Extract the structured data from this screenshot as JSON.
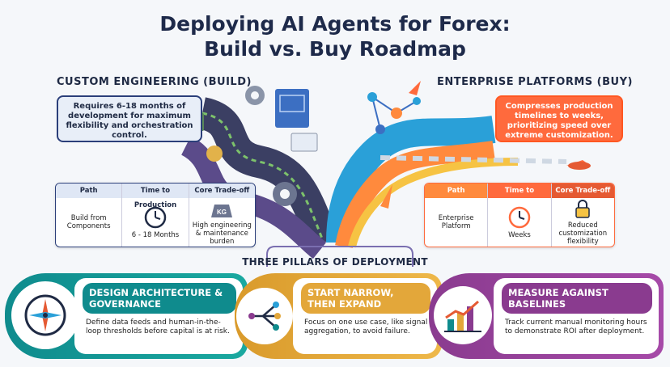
{
  "title_line1": "Deploying AI Agents for Forex:",
  "title_line2": "Build vs. Buy Roadmap",
  "build": {
    "heading": "CUSTOM ENGINEERING (BUILD)",
    "callout": "Requires 6-18 months of development for maximum flexibility and orchestration control.",
    "table": {
      "headers": [
        "Path",
        "Time to Production",
        "Core Trade-off"
      ],
      "cells": [
        "Build from Components",
        "6 - 18 Months",
        "High engineering & maintenance burden"
      ],
      "kg_label": "KG"
    }
  },
  "buy": {
    "heading": "ENTERPRISE PLATFORMS (BUY)",
    "callout": "Compresses production timelines to weeks, prioritizing speed over extreme customization.",
    "table": {
      "headers": [
        "Path",
        "Time to Production",
        "Core Trade-off"
      ],
      "cells": [
        "Enterprise Platform",
        "Weeks",
        "Reduced customization flexibility"
      ]
    }
  },
  "pillars_heading": "THREE PILLARS OF DEPLOYMENT",
  "pillars": [
    {
      "title": "DESIGN ARCHITECTURE & GOVERNANCE",
      "desc": "Define data feeds and human-in-the-loop thresholds before capital is at risk."
    },
    {
      "title": "START NARROW, THEN EXPAND",
      "desc": "Focus on one use case, like signal aggregation, to avoid failure."
    },
    {
      "title": "MEASURE AGAINST BASELINES",
      "desc": "Track current manual monitoring hours to demonstrate ROI after deployment."
    }
  ],
  "colors": {
    "navy": "#1e2a4a",
    "teal": "#0f8b8d",
    "gold": "#e3a73a",
    "purple": "#8a3b8f",
    "orange": "#ff6a3d"
  },
  "icons": [
    "gear-icon",
    "blueprint-icon",
    "network-icon",
    "rocket-icon",
    "clock-icon",
    "weight-icon",
    "lock-icon",
    "compass-icon",
    "branch-icon",
    "bar-chart-icon"
  ]
}
